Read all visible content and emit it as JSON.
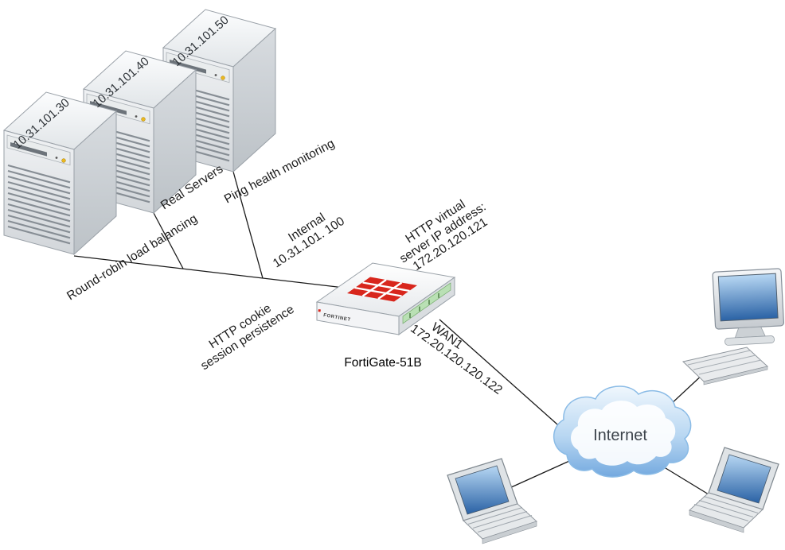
{
  "diagram_labels": {
    "servers": [
      {
        "ip": "10.31.101.30"
      },
      {
        "ip": "10.31.101.40"
      },
      {
        "ip": "10.31.101.50"
      }
    ],
    "real_servers": "Real Servers",
    "ping_health_monitoring": "Ping health monitoring",
    "round_robin": "Round-robin load balancing",
    "internal": {
      "port": "Internal",
      "ip": "10.31.101. 100"
    },
    "http_virtual_server": {
      "line1": "HTTP virtual",
      "line2": "server IP address:",
      "line3": "172.20.120.121"
    },
    "http_cookie": {
      "line1": "HTTP cookie",
      "line2": "session persistence"
    },
    "wan1": {
      "port": "WAN1",
      "ip": "172.20.120.120.122"
    },
    "fortigate_model": "FortiGate-51B",
    "internet": "Internet",
    "fortinet_brand": "FORTINET"
  },
  "colors": {
    "fortinet_red": "#d8261c",
    "cloud_blue": "#7fb3e3",
    "screen_blue": "#2a62a5",
    "link_line": "#1a1a1a"
  }
}
